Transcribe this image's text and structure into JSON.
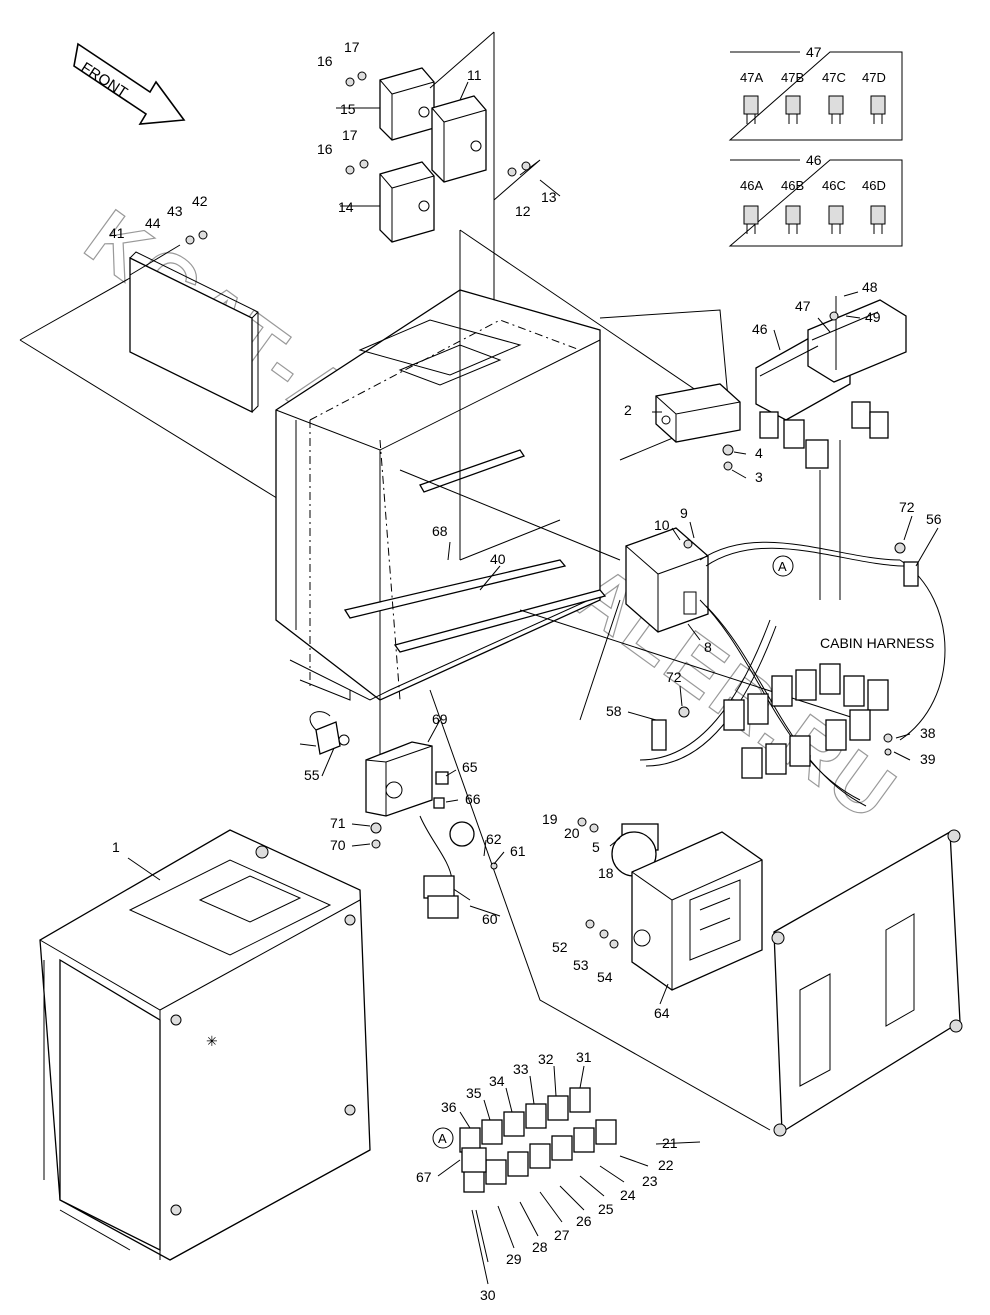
{
  "direction_arrow": {
    "label": "FRONT"
  },
  "harness_label": "CABIN HARNESS",
  "watermark": "KCAT-AUTODEALER.RU",
  "connector_marker": "A",
  "fuse_boxes": [
    {
      "group": "47",
      "fuses": [
        "47A",
        "47B",
        "47C",
        "47D"
      ]
    },
    {
      "group": "46",
      "fuses": [
        "46A",
        "46B",
        "46C",
        "46D"
      ]
    }
  ],
  "callouts": [
    "1",
    "2",
    "3",
    "4",
    "5",
    "8",
    "9",
    "10",
    "11",
    "12",
    "13",
    "14",
    "15",
    "16",
    "16",
    "17",
    "17",
    "18",
    "19",
    "20",
    "21",
    "22",
    "23",
    "24",
    "25",
    "26",
    "27",
    "28",
    "29",
    "30",
    "31",
    "32",
    "33",
    "34",
    "35",
    "36",
    "38",
    "39",
    "40",
    "41",
    "42",
    "43",
    "44",
    "46",
    "47",
    "48",
    "49",
    "52",
    "53",
    "54",
    "55",
    "56",
    "58",
    "60",
    "61",
    "62",
    "64",
    "65",
    "66",
    "67",
    "68",
    "69",
    "70",
    "71",
    "72",
    "72"
  ]
}
